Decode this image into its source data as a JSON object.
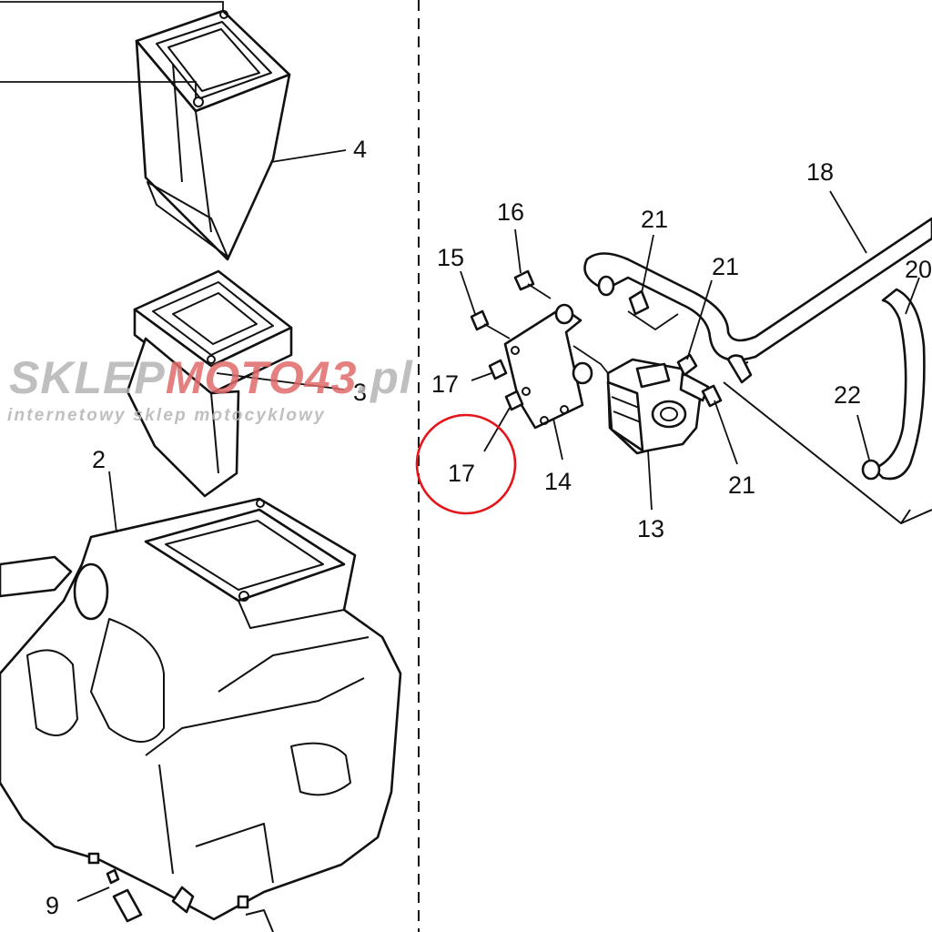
{
  "watermark": {
    "brand_gray": "SKLEP",
    "brand_red": "MOTO",
    "brand_red_suffix": "43",
    "brand_domain": ".pl",
    "tagline": "internetowy sklep motocyklowy",
    "gray_color": "#b4b4b4",
    "red_color": "#e06a6a"
  },
  "highlight": {
    "label": "17",
    "color": "#e4151b"
  },
  "callouts": {
    "c2": "2",
    "c3": "3",
    "c4": "4",
    "c9": "9",
    "c13": "13",
    "c14": "14",
    "c15": "15",
    "c16": "16",
    "c17a": "17",
    "c17b": "17",
    "c18": "18",
    "c20": "20",
    "c21a": "21",
    "c21b": "21",
    "c21c": "21",
    "c22": "22"
  }
}
